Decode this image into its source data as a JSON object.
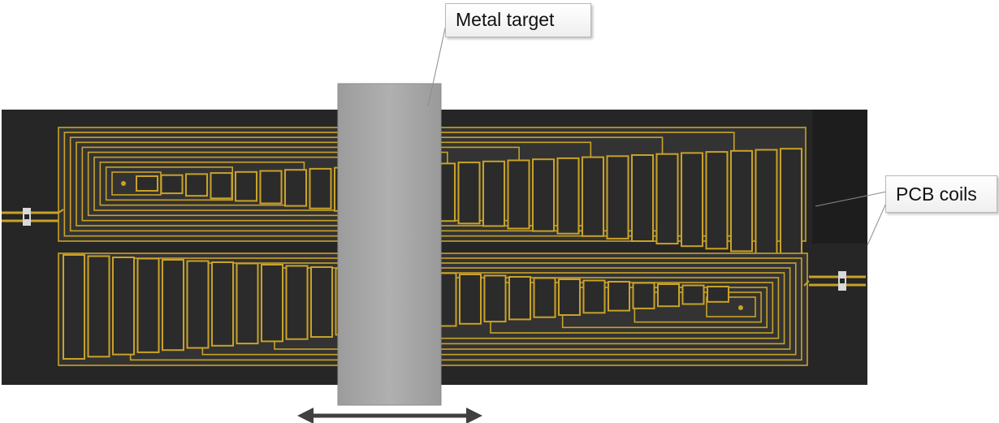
{
  "labels": {
    "metal_target": "Metal target",
    "pcb_coils": "PCB coils"
  },
  "colors": {
    "board": "#262626",
    "board_inner": "#333333",
    "copper": "#c9a227",
    "copper_dark": "#8a6d12",
    "target": "#a6a6a6",
    "arrow": "#404040",
    "pad": "#d9d9d9"
  },
  "icons": {
    "motion": "double-headed-arrow",
    "connector": "pad-connector"
  }
}
